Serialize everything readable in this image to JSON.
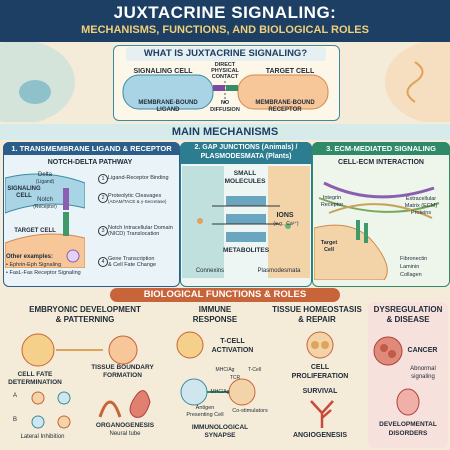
{
  "header": {
    "title": "JUXTACRINE SIGNALING:",
    "subtitle": "MECHANISMS, FUNCTIONS, AND BIOLOGICAL ROLES"
  },
  "what_is": {
    "title": "WHAT IS JUXTACRINE SIGNALING?",
    "signaling_cell": "SIGNALING CELL",
    "target_cell": "TARGET CELL",
    "direct_contact": [
      "DIRECT",
      "PHYSICAL",
      "CONTACT"
    ],
    "ligand": [
      "MEMBRANE-BOUND",
      "LIGAND"
    ],
    "no_diffusion": [
      "NO",
      "DIFFUSION"
    ],
    "receptor": [
      "MEMBRANE-BOUND",
      "RECEPTOR"
    ]
  },
  "mechanisms": {
    "title": "MAIN MECHANISMS",
    "panel1": {
      "title": "1. TRANSMEMBRANE LIGAND & RECEPTOR",
      "pathway": "NOTCH-DELTA PATHWAY",
      "signaling_cell": [
        "SIGNALING",
        "CELL"
      ],
      "delta": "Delta",
      "delta_sub": "(Ligand)",
      "notch": "Notch",
      "notch_sub": "(Receptor)",
      "target_cell": "TARGET CELL",
      "steps": [
        {
          "num": "1",
          "text": [
            "Ligand-Receptor Binding"
          ]
        },
        {
          "num": "2",
          "text": [
            "Proteolytic Cleavages",
            "(ADAM/TACE & γ-Secretase)"
          ]
        },
        {
          "num": "3",
          "text": [
            "Notch Intracellular Domain",
            "(NICD) Translocation"
          ]
        },
        {
          "num": "4",
          "text": [
            "Gene Transcription",
            "& Cell Fate Change"
          ]
        }
      ],
      "other_examples": "Other examples:",
      "examples": [
        "• Ephrin-Eph Signaling",
        "• FasL-Fas Receptor Signaling"
      ]
    },
    "panel2": {
      "title": [
        "2. GAP JUNCTIONS (Animals) /",
        "PLASMODESMATA (Plants)"
      ],
      "small_molecules": [
        "SMALL",
        "MOLECULES"
      ],
      "ions": "IONS",
      "ions_sub": "(e.g., Ca²⁺)",
      "metabolites": "METABOLITES",
      "connexins": "Connexins",
      "plasmodesmata": "Plasmodesmata"
    },
    "panel3": {
      "title": "3. ECM-MEDIATED SIGNALING",
      "interaction": "CELL-ECM INTERACTION",
      "integrin": [
        "Integrin",
        "Receptor"
      ],
      "ecm": [
        "Extracellular",
        "Matrix (ECM)",
        "Proteins"
      ],
      "target_cell": [
        "Target",
        "Cell"
      ],
      "proteins": [
        "Fibronectin",
        "Laminin",
        "Collagen"
      ]
    }
  },
  "functions": {
    "title": "BIOLOGICAL FUNCTIONS & ROLES",
    "embryonic": {
      "title": [
        "EMBRYONIC DEVELOPMENT",
        "& PATTERNING"
      ],
      "cell_fate": [
        "CELL FATE",
        "DETERMINATION"
      ],
      "tissue_boundary": [
        "TISSUE BOUNDARY",
        "FORMATION"
      ],
      "organogenesis": "ORGANOGENESIS",
      "neural_tube": "Neural tube",
      "label_a": "A",
      "label_b": "B",
      "lateral": "Lateral Inhibition"
    },
    "immune": {
      "title": [
        "IMMUNE",
        "RESPONSE"
      ],
      "activation": [
        "T-CELL",
        "ACTIVATION"
      ],
      "mhc1": "MHC/Ag",
      "tcr": "TCR",
      "tcell": "T-Cell",
      "mhc2": "MHC/Ag",
      "apc": [
        "Antigen",
        "Presenting Cell"
      ],
      "costim": "Co-stimulators",
      "synapse": [
        "IMMUNOLOGICAL",
        "SYNAPSE"
      ]
    },
    "homeostasis": {
      "title": [
        "TISSUE HOMEOSTASIS",
        "& REPAIR"
      ],
      "proliferation": [
        "CELL",
        "PROLIFERATION"
      ],
      "survival": "SURVIVAL",
      "angiogenesis": "ANGIOGENESIS"
    },
    "disease": {
      "title": [
        "DYSREGULATION",
        "& DISEASE"
      ],
      "cancer": "CANCER",
      "abnormal": [
        "Abnormal",
        "signaling"
      ],
      "developmental": [
        "DEVELOPMENTAL",
        "DISORDERS"
      ]
    }
  },
  "colors": {
    "header_bg": "#1c3f63",
    "header_title": "#ffffff",
    "header_sub": "#f2cf7a",
    "teal_bar": "#2a8a8c",
    "panel1_bar": "#2b5f8a",
    "panel2_bar": "#2b7d8f",
    "panel3_bar": "#2f8a6a",
    "functions_bar": "#c8643a",
    "signaling_cell": "#a9d4e6",
    "target_cell": "#f7c79a"
  }
}
